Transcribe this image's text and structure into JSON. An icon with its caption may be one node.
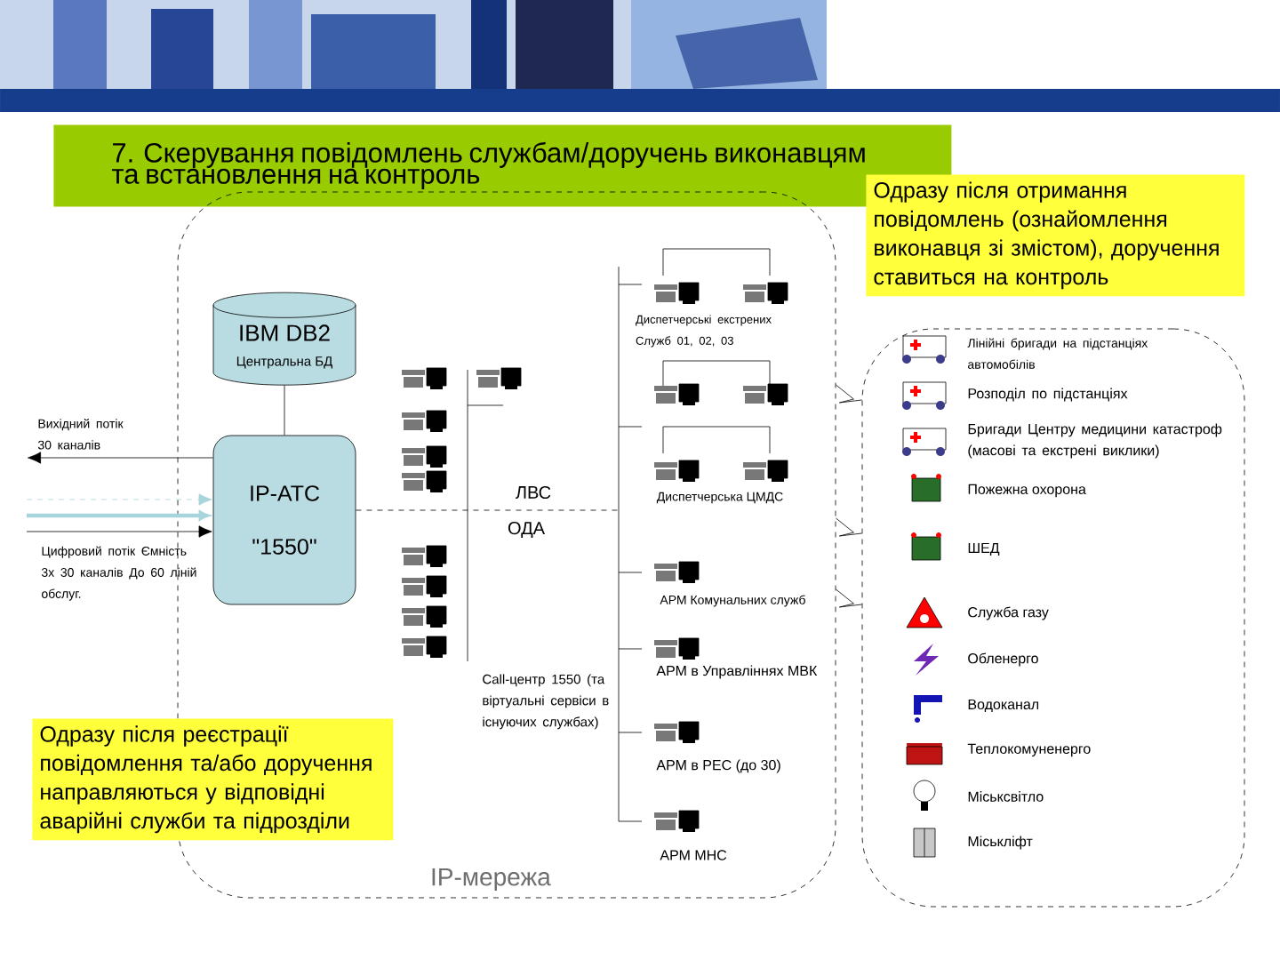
{
  "diagram": {
    "title": "7. Скерування повідомлень службам/доручень виконавцям та встановлення на контроль",
    "nodes": [
      {
        "text": [
          "IP-мережа"
        ]
      },
      {
        "text": [],
        "shape": "box"
      },
      {
        "text": [
          "IBM DB2",
          "Центральна БД"
        ],
        "in": 0
      },
      {
        "text": [
          "IP-АТС",
          "\"1550\""
        ],
        "in": 0
      }
    ],
    "edges": [
      {
        "from": 2,
        "to": 3,
        "arrow": "none"
      },
      {
        "from": 3,
        "to": null,
        "arrow": "to",
        "label": "Вихідний потік 30 каналів"
      },
      {
        "from": null,
        "to": 3,
        "arrow": "to",
        "style": "dashed",
        "color": "#a8d4dc"
      },
      {
        "from": null,
        "to": 3,
        "arrow": "to",
        "style": "thick",
        "color": "#a8d4dc"
      },
      {
        "from": null,
        "to": 3,
        "arrow": "to"
      },
      {
        "from": 3,
        "to": null,
        "arrow": "none",
        "style": "dashed"
      },
      {
        "from": 0,
        "to": 1,
        "arrow": "none"
      },
      {
        "from": 0,
        "to": 1,
        "arrow": "none"
      },
      {
        "from": 0,
        "to": 1,
        "arrow": "none"
      }
    ],
    "labels": [
      "Одразу після отримання повідомлень (ознайомлення виконавця зі змістом), доручення ставиться на контроль",
      "Диспетчерські екстрених Служб 01, 02, 03",
      "Лінійні бригади на підстанціях автомобілів",
      "Розподіл по підстанціях",
      "Бригади Центру медицини катастроф (масові та екстрені виклики)",
      "ЛВС",
      "Диспетчерська ЦМДС",
      "Пожежна охорона",
      "ОДА",
      "Цифровий потік Ємність 3х 30 каналів До 60 ліній обслуг.",
      "ШЕД",
      "АРМ Комунальних служб",
      "Служба газу",
      "Обленерго",
      "АРМ в Управліннях МВК",
      "Call-центр 1550 (та віртуальні сервіси в існуючих службах)",
      "Водоканал",
      "Одразу після реєстрації повідомлення та/або доручення направляються у відповідні аварійні служби та підрозділи",
      "Теплокомуненерго",
      "АРМ в РЕС (до 30)",
      "Міськсвітло",
      "Міськліфт",
      "АРМ МНС"
    ]
  }
}
